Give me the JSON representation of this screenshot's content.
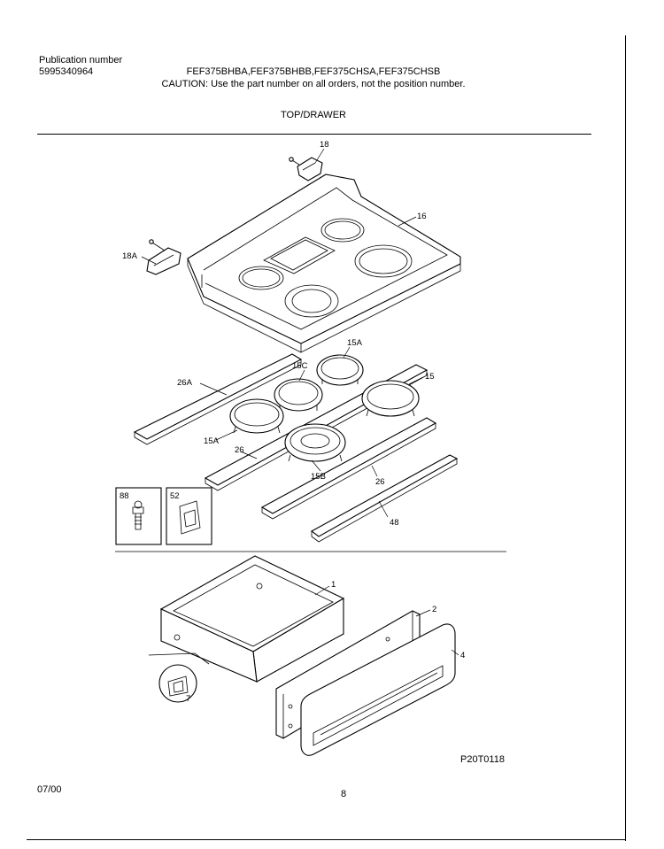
{
  "header": {
    "publication_label": "Publication number",
    "publication_number": "5995340964",
    "models": "FEF375BHBA,FEF375BHBB,FEF375CHSA,FEF375CHSB",
    "caution": "CAUTION:  Use the part number on all orders, not the position number."
  },
  "section_title": "TOP/DRAWER",
  "callouts": {
    "p18": "18",
    "p18a": "18A",
    "p16": "16",
    "p15a_top": "15A",
    "p15c": "15C",
    "p15": "15",
    "p26a": "26A",
    "p15a_left": "15A",
    "p26_left": "26",
    "p15b": "15B",
    "p26_right": "26",
    "p48": "48",
    "p1": "1",
    "p2": "2",
    "p4": "4",
    "p7": "7"
  },
  "insets": {
    "left": "88",
    "right": "52"
  },
  "drawing_id": "P20T0118",
  "footer": {
    "date": "07/00",
    "page": "8"
  }
}
